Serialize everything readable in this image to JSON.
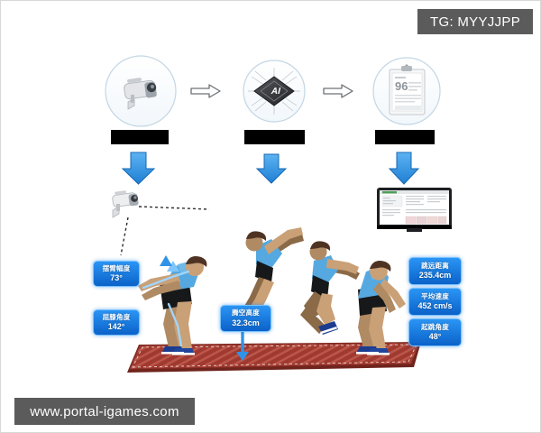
{
  "overlay": {
    "tag_label": "TG: MYYJJPP",
    "watermark": "www.portal-igames.com"
  },
  "pipeline": {
    "steps": [
      {
        "icon": "cctv-camera-icon",
        "caption": "",
        "caption_redacted": true
      },
      {
        "icon": "ai-chip-icon",
        "caption": "",
        "caption_redacted": true
      },
      {
        "icon": "clipboard-report-icon",
        "caption": "",
        "caption_redacted": true,
        "score": "96"
      }
    ],
    "connector_icon": "right-arrow-icon",
    "down_arrow_icon": "down-arrow-icon",
    "down_arrow_color": "#2f93e8"
  },
  "scene": {
    "capture_device_icon": "cctv-camera-icon",
    "report_screen_icon": "monitor-report-icon",
    "track_color": "#a0392f",
    "athlete": {
      "jersey_color": "#55a9e0",
      "shorts_color": "#17181a",
      "shoe_color": "#1b3c8f",
      "skin_color": "#caa077",
      "hair_color": "#4e3323",
      "frames": 4
    }
  },
  "metrics": [
    {
      "id": "arm-swing",
      "label": "摆臂幅度",
      "value": "73°"
    },
    {
      "id": "knee-angle",
      "label": "屈膝角度",
      "value": "142°"
    },
    {
      "id": "flight-height",
      "label": "腾空高度",
      "value": "32.3cm"
    },
    {
      "id": "jump-distance",
      "label": "跳远距离",
      "value": "235.4cm"
    },
    {
      "id": "average-speed",
      "label": "平均速度",
      "value": "452 cm/s"
    },
    {
      "id": "takeoff-angle",
      "label": "起跳角度",
      "value": "48°"
    }
  ],
  "colors": {
    "accent_blue": "#1a8cf0",
    "chip_gray": "#5b5b5b",
    "track_red": "#a0392f"
  }
}
